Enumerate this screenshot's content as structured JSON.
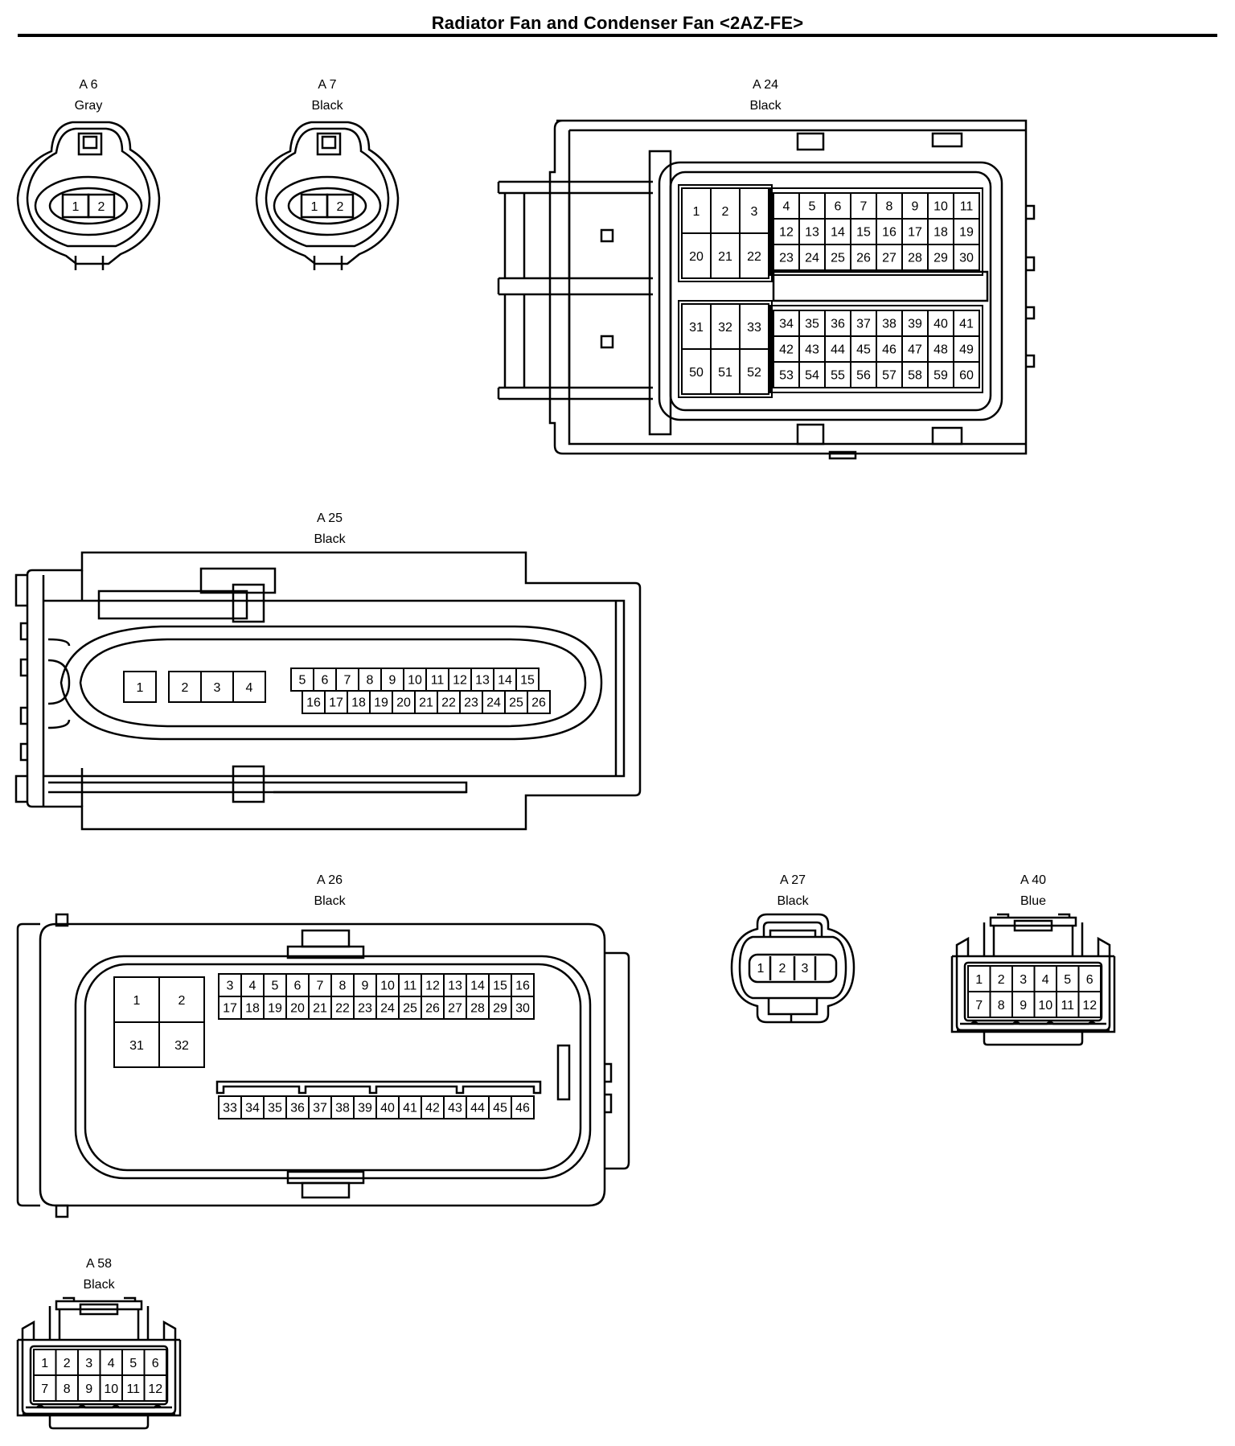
{
  "title": "Radiator Fan and Condenser Fan <2AZ-FE>",
  "connectors": {
    "a6": {
      "id": "A 6",
      "color": "Gray",
      "pins": [
        "1",
        "2"
      ]
    },
    "a7": {
      "id": "A 7",
      "color": "Black",
      "pins": [
        "1",
        "2"
      ]
    },
    "a24": {
      "id": "A 24",
      "color": "Black",
      "blocks": [
        {
          "rows": [
            [
              "1",
              "2",
              "3"
            ],
            [
              "20",
              "21",
              "22"
            ]
          ]
        },
        {
          "rows": [
            [
              "4",
              "5",
              "6",
              "7",
              "8",
              "9",
              "10",
              "11"
            ],
            [
              "12",
              "13",
              "14",
              "15",
              "16",
              "17",
              "18",
              "19"
            ],
            [
              "23",
              "24",
              "25",
              "26",
              "27",
              "28",
              "29",
              "30"
            ]
          ]
        },
        {
          "rows": [
            [
              "31",
              "32",
              "33"
            ],
            [
              "50",
              "51",
              "52"
            ]
          ]
        },
        {
          "rows": [
            [
              "34",
              "35",
              "36",
              "37",
              "38",
              "39",
              "40",
              "41"
            ],
            [
              "42",
              "43",
              "44",
              "45",
              "46",
              "47",
              "48",
              "49"
            ],
            [
              "53",
              "54",
              "55",
              "56",
              "57",
              "58",
              "59",
              "60"
            ]
          ]
        }
      ]
    },
    "a25": {
      "id": "A 25",
      "color": "Black",
      "single": [
        "1"
      ],
      "group": [
        "2",
        "3",
        "4"
      ],
      "row1": [
        "5",
        "6",
        "7",
        "8",
        "9",
        "10",
        "11",
        "12",
        "13",
        "14",
        "15"
      ],
      "row2": [
        "16",
        "17",
        "18",
        "19",
        "20",
        "21",
        "22",
        "23",
        "24",
        "25",
        "26"
      ]
    },
    "a26": {
      "id": "A 26",
      "color": "Black",
      "quad": [
        [
          "1",
          "2"
        ],
        [
          "31",
          "32"
        ]
      ],
      "row1": [
        "3",
        "4",
        "5",
        "6",
        "7",
        "8",
        "9",
        "10",
        "11",
        "12",
        "13",
        "14",
        "15",
        "16"
      ],
      "row2": [
        "17",
        "18",
        "19",
        "20",
        "21",
        "22",
        "23",
        "24",
        "25",
        "26",
        "27",
        "28",
        "29",
        "30"
      ],
      "row3": [
        "33",
        "34",
        "35",
        "36",
        "37",
        "38",
        "39",
        "40",
        "41",
        "42",
        "43",
        "44",
        "45",
        "46"
      ]
    },
    "a27": {
      "id": "A 27",
      "color": "Black",
      "pins": [
        "1",
        "2",
        "3"
      ]
    },
    "a40": {
      "id": "A 40",
      "color": "Blue",
      "row1": [
        "1",
        "2",
        "3",
        "4",
        "5",
        "6"
      ],
      "row2": [
        "7",
        "8",
        "9",
        "10",
        "11",
        "12"
      ]
    },
    "a58": {
      "id": "A 58",
      "color": "Black",
      "row1": [
        "1",
        "2",
        "3",
        "4",
        "5",
        "6"
      ],
      "row2": [
        "7",
        "8",
        "9",
        "10",
        "11",
        "12"
      ]
    }
  }
}
